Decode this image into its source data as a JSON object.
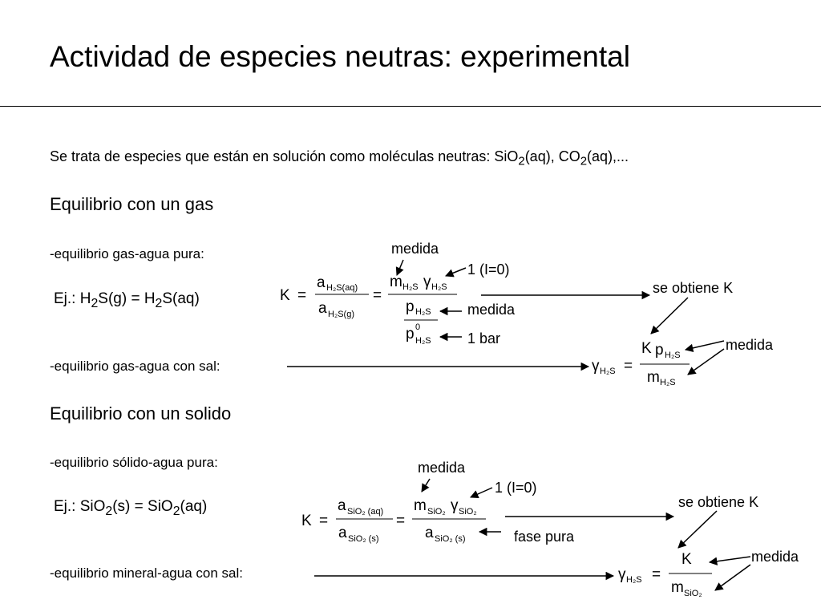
{
  "title": "Actividad de especies neutras: experimental",
  "intro": {
    "text": "Se trata de especies que están en solución como moléculas neutras: SiO",
    "sub1": "2",
    "mid": "(aq), CO",
    "sub2": "2",
    "end": "(aq),..."
  },
  "gas": {
    "heading": "Equilibrio con un gas",
    "pure_label": "-equilibrio gas-agua pura:",
    "example": {
      "pre": "Ej.:  H",
      "s1": "2",
      "mid": "S(g) = H",
      "s2": "2",
      "post": "S(aq)"
    },
    "salt_label": "-equilibrio gas-agua con sal:",
    "ann_measured_top": "medida",
    "ann_one": "1 (I=0)",
    "ann_measured_mid": "medida",
    "ann_bar": "1 bar",
    "ann_obtain": "se obtiene K",
    "ann_measured_right": "medida",
    "eq": {
      "K": "K",
      "eqsign": "=",
      "a": "a",
      "m": "m",
      "p": "p",
      "gamma": "γ",
      "sub_h2s": "H₂S",
      "sub_h2s_aq": "H₂S(aq)",
      "sub_h2s_g": "H₂S(g)",
      "sup_zero": "0"
    }
  },
  "solid": {
    "heading": "Equilibrio con un solido",
    "pure_label": "-equilibrio sólido-agua pura:",
    "example": {
      "pre": "Ej.:  SiO",
      "s1": "2",
      "mid": "(s) = SiO",
      "s2": "2",
      "post": "(aq)"
    },
    "salt_label": "-equilibrio mineral-agua con sal:",
    "ann_measured_top": "medida",
    "ann_one": "1 (I=0)",
    "ann_phase": "fase pura",
    "ann_obtain": "se obtiene K",
    "ann_measured_right": "medida",
    "eq": {
      "sub_sio2": "SiO₂",
      "sub_sio2_aq": "SiO₂ (aq)",
      "sub_sio2_s": "SiO₂ (s)",
      "sub_h2s": "H₂S"
    }
  }
}
